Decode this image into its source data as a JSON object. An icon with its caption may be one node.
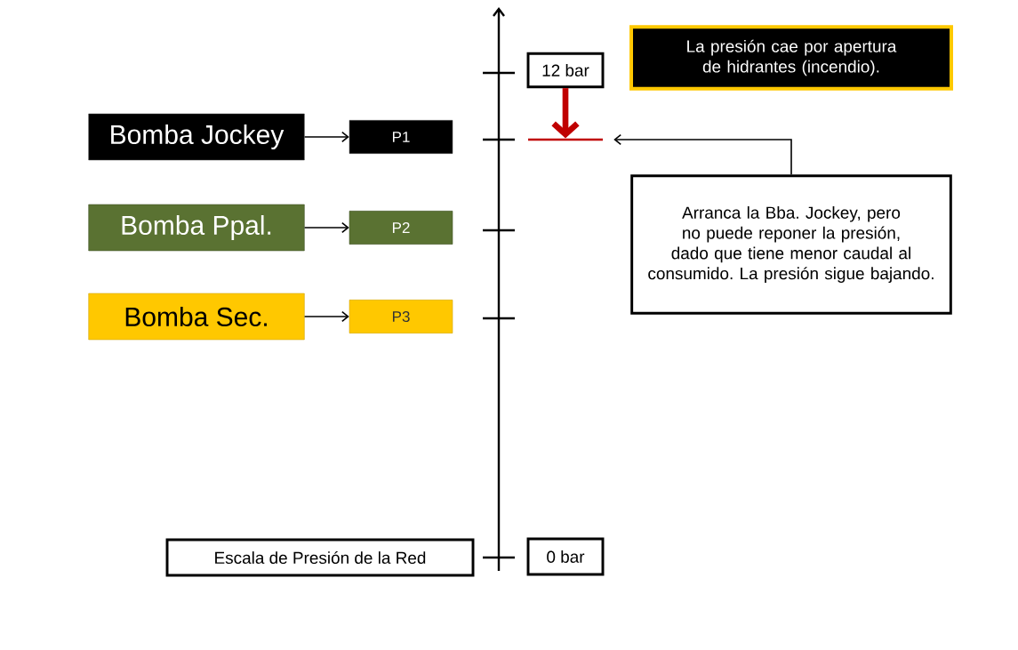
{
  "diagram": {
    "nodes": [
      {
        "text": [
          "Bomba Jockey"
        ]
      },
      {
        "text": [
          "P1"
        ]
      },
      {
        "text": [
          "Bomba Ppal."
        ]
      },
      {
        "text": [
          "P2"
        ]
      },
      {
        "text": [
          "Bomba Sec."
        ]
      },
      {
        "text": [
          "P3"
        ]
      },
      {
        "text": [
          "12 bar"
        ]
      },
      {
        "text": [
          "La presión cae por apertura de hidrantes (incendio)."
        ]
      },
      {
        "text": [],
        "shape": "bar"
      },
      {
        "text": [
          "Arranca la Bba. Jockey, pero no puede reponer la presión, dado que tiene menor caudal al consumido. La presión sigue bajando."
        ]
      },
      {
        "text": [
          "Escala de Presión de la Red"
        ]
      },
      {
        "text": [
          "0 bar"
        ]
      }
    ],
    "edges": [
      {
        "from": 0,
        "to": 1,
        "arrow": "to"
      },
      {
        "from": 2,
        "to": 3,
        "arrow": "to"
      },
      {
        "from": 4,
        "to": 5,
        "arrow": "to"
      },
      {
        "from": 6,
        "to": 8,
        "arrow": "to",
        "style": "thick",
        "color": "#c00000"
      },
      {
        "from": 9,
        "to": 8,
        "arrow": "to"
      }
    ]
  }
}
